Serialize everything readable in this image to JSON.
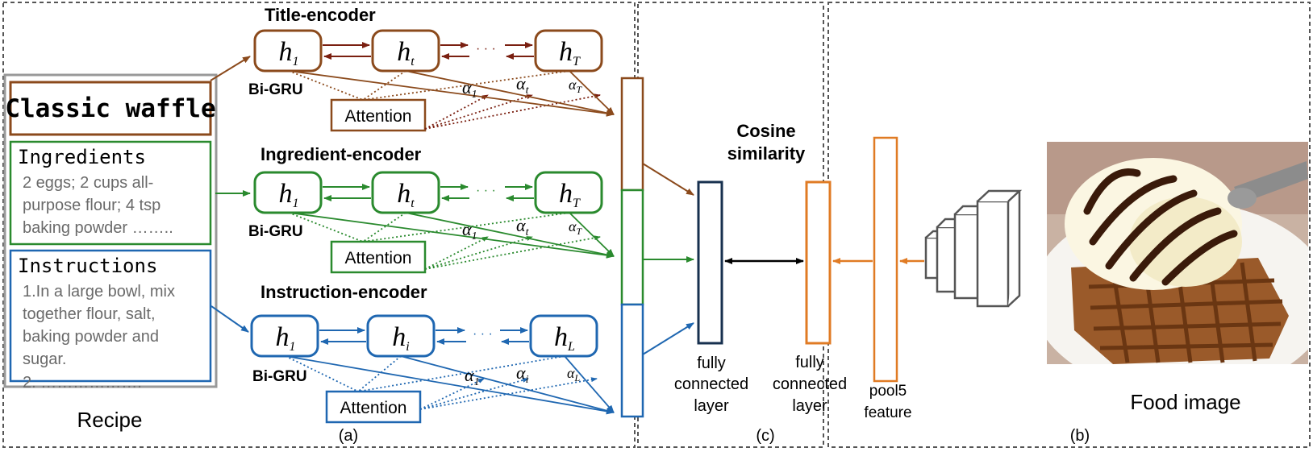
{
  "colors": {
    "title": "#8b4a1c",
    "title_arrow": "#7a1f10",
    "ingredient": "#2a8a2e",
    "instruction": "#1f67b1",
    "fc": "#17304f",
    "image": "#e07b24",
    "frame": "#888888",
    "dash": "#555555",
    "body_text": "#6a6a6a"
  },
  "recipe": {
    "title_text": "Classic waffle",
    "ingredients_heading": "Ingredients",
    "ingredients_lines": [
      "2 eggs; 2 cups all-",
      "purpose flour; 4 tsp",
      "baking powder …….."
    ],
    "instructions_heading": "Instructions",
    "instructions_lines": [
      "1.In a large bowl, mix",
      "together flour, salt,",
      "baking powder and",
      "sugar.",
      "2. ………………."
    ],
    "label": "Recipe"
  },
  "encoders": {
    "title": {
      "label": "Title-encoder",
      "h": [
        "h",
        "h",
        "h"
      ],
      "sub": [
        "1",
        "t",
        "T"
      ],
      "bigru": "Bi-GRU",
      "attention": "Attention",
      "alpha": [
        "α",
        "α",
        "α"
      ],
      "alpha_sub": [
        "1",
        "t",
        "T"
      ]
    },
    "ingredient": {
      "label": "Ingredient-encoder",
      "h": [
        "h",
        "h",
        "h"
      ],
      "sub": [
        "1",
        "t",
        "T"
      ],
      "bigru": "Bi-GRU",
      "attention": "Attention",
      "alpha": [
        "α",
        "α",
        "α"
      ],
      "alpha_sub": [
        "1",
        "t",
        "T"
      ]
    },
    "instruction": {
      "label": "Instruction-encoder",
      "h": [
        "h",
        "h",
        "h"
      ],
      "sub": [
        "1",
        "i",
        "L"
      ],
      "bigru": "Bi-GRU",
      "attention": "Attention",
      "alpha": [
        "α",
        "α",
        "α"
      ],
      "alpha_sub": [
        "1",
        "i",
        "L"
      ]
    }
  },
  "panels": {
    "a": "(a)",
    "b": "(b)",
    "c": "(c)"
  },
  "similarity": {
    "line1": "Cosine",
    "line2": "similarity",
    "fc_left": [
      "fully",
      "connected",
      "layer"
    ],
    "fc_right": [
      "fully",
      "connected",
      "layer"
    ]
  },
  "image_side": {
    "pool_label": [
      "pool5",
      "feature"
    ],
    "food_label": "Food image"
  }
}
